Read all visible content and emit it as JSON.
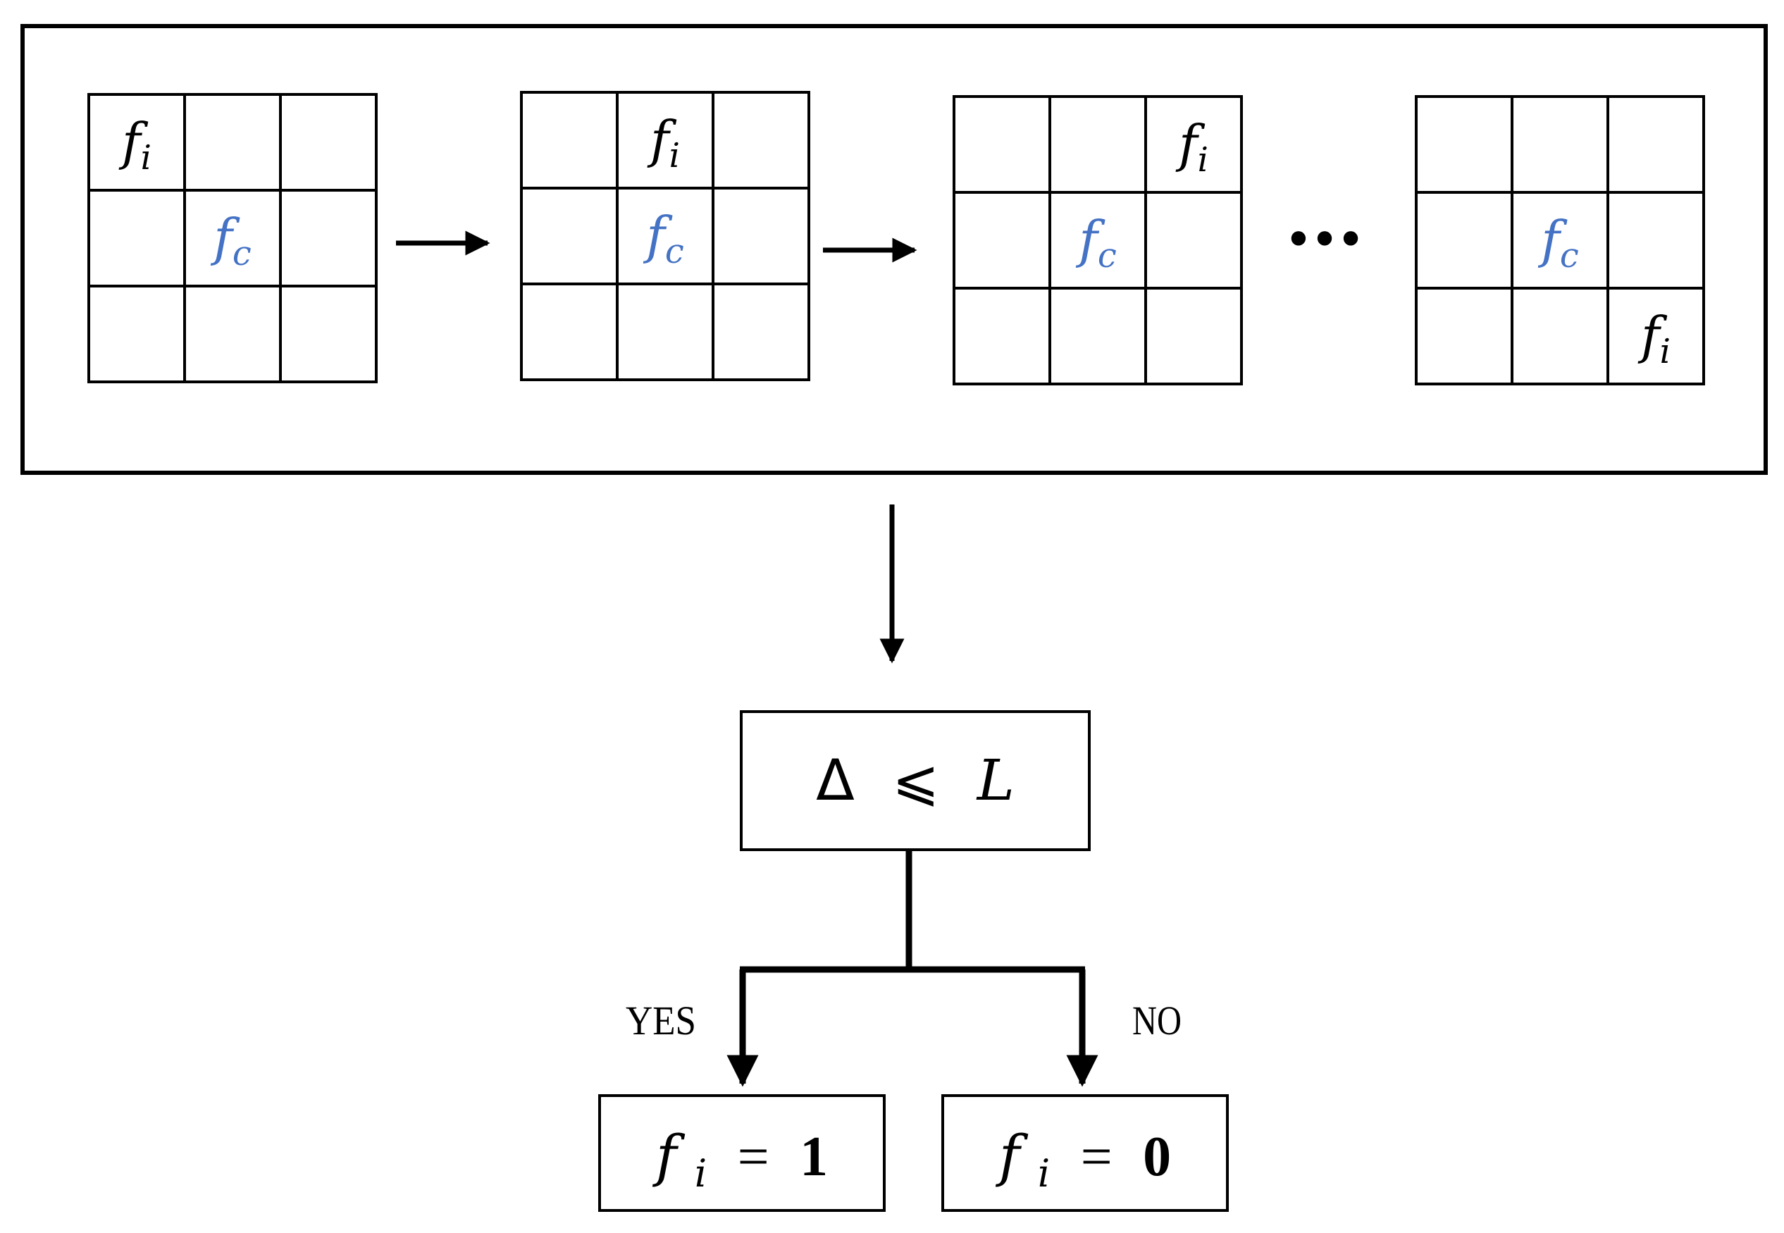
{
  "grids": [
    {
      "fi_cell": 0,
      "fc_cell": 4
    },
    {
      "fi_cell": 1,
      "fc_cell": 4
    },
    {
      "fi_cell": 2,
      "fc_cell": 4
    },
    {
      "fi_cell": 8,
      "fc_cell": 4
    }
  ],
  "labels": {
    "fi_base": "f",
    "fi_sub": "i",
    "fc_base": "f",
    "fc_sub": "c",
    "ellipsis": "•••",
    "condition_delta": "Δ",
    "condition_op": "⩽",
    "condition_L": "L",
    "yes": "YES",
    "no": "NO",
    "result_yes_base": "f",
    "result_yes_sub": "i",
    "result_yes_eq": "=",
    "result_yes_val": "1",
    "result_no_base": "f",
    "result_no_sub": "i",
    "result_no_eq": "=",
    "result_no_val": "0"
  },
  "colors": {
    "fc": "#4472c4",
    "stroke": "#000000"
  }
}
